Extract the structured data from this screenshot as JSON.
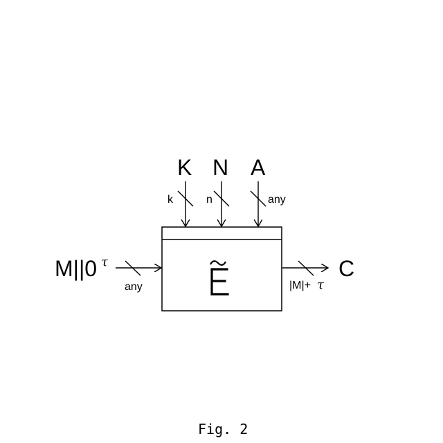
{
  "inputs_top": [
    {
      "name": "K",
      "width_label": "k"
    },
    {
      "name": "N",
      "width_label": "n"
    },
    {
      "name": "A",
      "width_label": "any"
    }
  ],
  "input_left": {
    "name": "M||0",
    "superscript": "τ",
    "width_label": "any"
  },
  "block": {
    "glyph": "Ẽ",
    "icon": "tilde-e-glyph"
  },
  "output": {
    "name": "C",
    "width_label_prefix": "|M|+",
    "width_label_tau": "τ"
  },
  "caption": "Fig. 2"
}
